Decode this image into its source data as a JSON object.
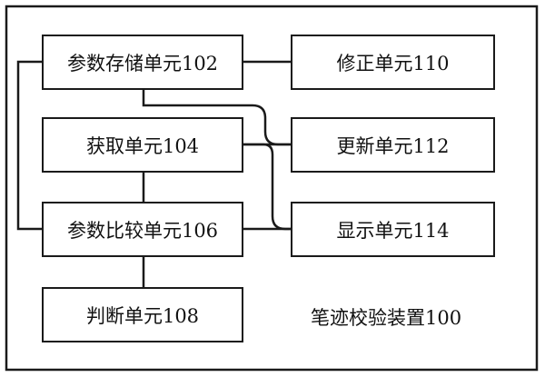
{
  "device_label": "笔迹校验装置100",
  "units": {
    "param_storage": "参数存储单元102",
    "acquisition": "获取单元104",
    "param_compare": "参数比较单元106",
    "judgment": "判断单元108",
    "correction": "修正单元110",
    "update": "更新单元112",
    "display": "显示单元114"
  },
  "colors": {
    "line": "#1a1a1a",
    "background": "#ffffff"
  }
}
